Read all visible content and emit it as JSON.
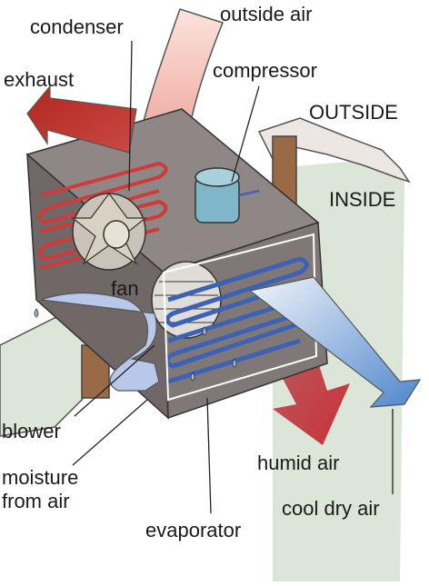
{
  "labels": {
    "outside_air": "outside air",
    "condenser": "condenser",
    "exhaust": "exhaust",
    "compressor": "compressor",
    "outside": "OUTSIDE",
    "inside": "INSIDE",
    "fan": "fan",
    "blower": "blower",
    "moisture_line1": "moisture",
    "moisture_line2": "from air",
    "humid_air": "humid air",
    "cool_dry_air": "cool dry air",
    "evaporator": "evaporator"
  },
  "colors": {
    "hot_arrow": "#c8383a",
    "cool_arrow": "#5b8fd0",
    "casing": "#8c8584",
    "wall": "#dde7dc",
    "coil_hot": "#d23a3a",
    "coil_cold": "#3d62b5"
  }
}
